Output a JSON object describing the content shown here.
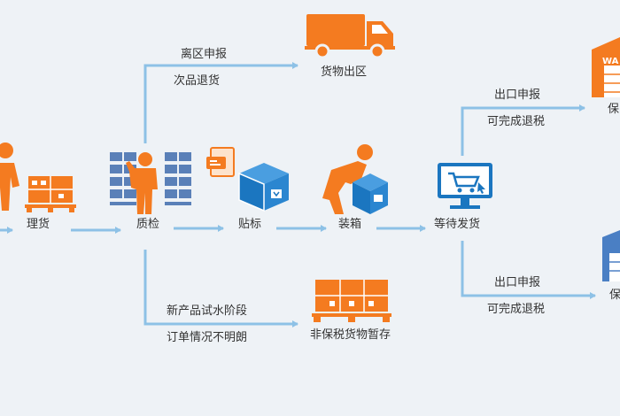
{
  "colors": {
    "orange": "#f47b20",
    "blue": "#1b76c0",
    "arrow": "#8dc1e6",
    "text": "#333333"
  },
  "nodes": {
    "sort": "理货",
    "inspect": "质检",
    "label": "贴标",
    "pack": "装箱",
    "await_ship": "等待发货",
    "goods_exit": "货物出区",
    "non_bonded_storage": "非保税货物暂存"
  },
  "branches": {
    "exit_declare": "离区申报",
    "defect_return": "次品退货",
    "new_product": "新产品试水阶段",
    "unclear_order": "订单情况不明朗",
    "top_declare": "出口申报",
    "top_refund": "可完成退税",
    "bottom_declare": "出口申报",
    "bottom_refund": "可完成退税"
  },
  "edge": {
    "top_right_fragment": "保",
    "bottom_right_fragment": "保",
    "warehouse_sign": "WA"
  },
  "icons": [
    "worker-icon",
    "pallet-boxes-icon",
    "inspector-shelves-icon",
    "label-sticker-icon",
    "package-box-icon",
    "packing-worker-icon",
    "computer-cart-icon",
    "truck-icon",
    "pallet-storage-icon",
    "warehouse-icon"
  ]
}
